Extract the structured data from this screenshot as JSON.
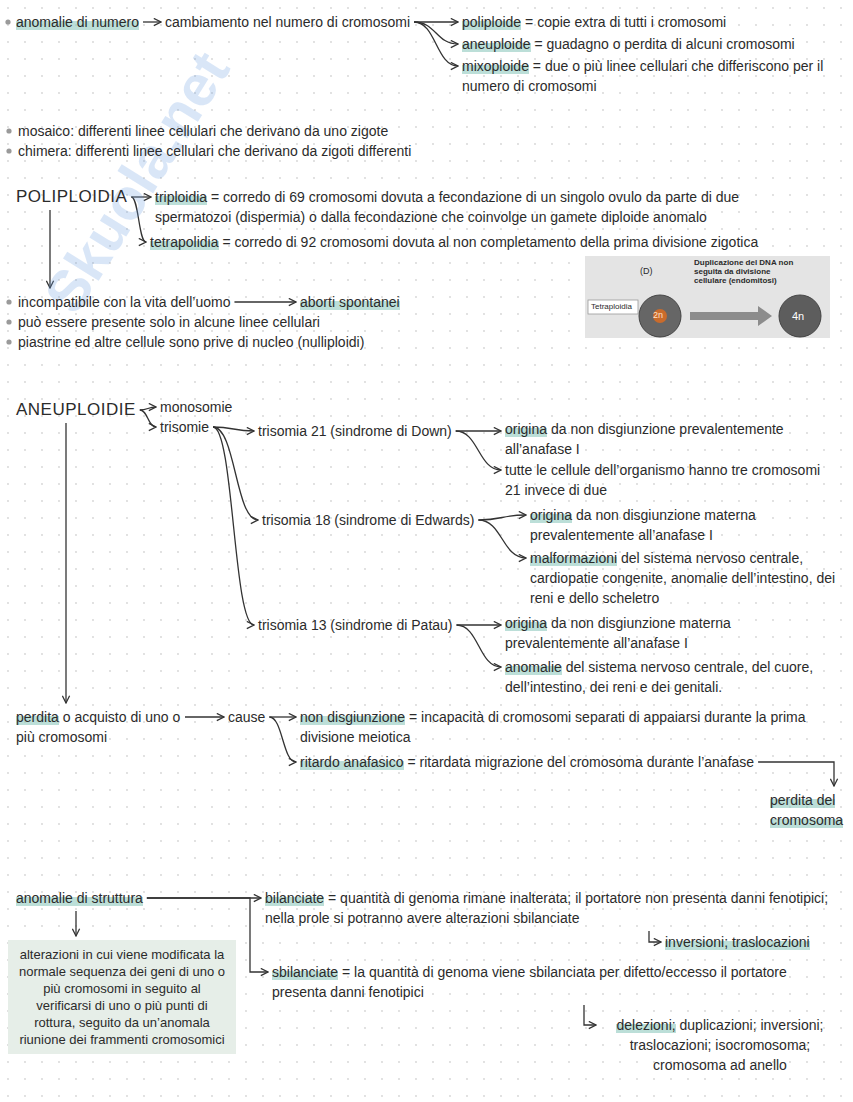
{
  "diagram": {
    "nodes": [
      {
        "text": [
          "anomalie di numero"
        ]
      },
      {
        "text": [
          "cambiamento nel numero di cromosomi"
        ]
      },
      {
        "text": [
          "poliploide = copie extra di tutti i cromosomi"
        ]
      },
      {
        "text": [
          "aneuploide = guadagno o perdita di alcuni cromosomi"
        ]
      },
      {
        "text": [
          "mixoploide = due o più linee cellulari che differiscono per il numero di cromosomi"
        ]
      },
      {
        "text": [
          "POLIPLOIDIA"
        ]
      },
      {
        "text": [
          "triploidia = corredo di 69 cromosomi dovuta a fecondazione di un singolo ovulo da parte di due spermatozoi (dispermia) o dalla fecondazione che coinvolge un gamete diploide anomalo"
        ]
      },
      {
        "text": [
          "tetrapolidia = corredo di 92 cromosomi dovuta al non completamento della prima divisione zigotica"
        ]
      },
      {
        "text": [
          "incompatibile con la vita dell’uomo"
        ]
      },
      {
        "text": [
          "aborti spontanei"
        ]
      },
      {
        "text": [
          "ANEUPLOIDIE"
        ]
      },
      {
        "text": [
          "monosomie"
        ]
      },
      {
        "text": [
          "trisomie"
        ]
      },
      {
        "text": [
          "trisomia 21 (sindrome di Down)"
        ]
      },
      {
        "text": [
          "origina da non disgiunzione prevalentemente all’anafase I"
        ]
      },
      {
        "text": [
          "tutte le cellule dell’organismo hanno tre cromosomi 21 invece di due"
        ]
      },
      {
        "text": [
          "trisomia 18 (sindrome di Edwards)"
        ]
      },
      {
        "text": [
          "origina da non disgiunzione materna prevalentemente all’anafase I"
        ]
      },
      {
        "text": [
          "malformazioni del sistema nervoso centrale, cardiopatie congenite, anomalie dell’intestino, dei reni e dello scheletro"
        ]
      },
      {
        "text": [
          "trisomia 13 (sindrome di Patau)"
        ]
      },
      {
        "text": [
          "origina da non disgiunzione materna prevalentemente all’anafase I"
        ]
      },
      {
        "text": [
          "anomalie del sistema nervoso centrale, del cuore, dell’intestino, dei reni e dei genitali."
        ]
      },
      {
        "text": [
          "perdita o acquisto di uno o più cromosomi"
        ]
      },
      {
        "text": [
          "cause"
        ]
      },
      {
        "text": [
          "non disgiunzione = incapacità di cromosomi separati di appaiarsi durante la prima divisione meiotica"
        ]
      },
      {
        "text": [
          "ritardo anafasico = ritardata migrazione del cromosoma durante l’anafase"
        ]
      },
      {
        "text": [
          "perdita del cromosoma"
        ]
      },
      {
        "text": [
          "anomalie di struttura"
        ]
      },
      {
        "text": [
          "bilanciate = quantità di genoma rimane inalterata; il portatore non presenta danni fenotipici; nella prole si potranno avere alterazioni sbilanciate"
        ]
      },
      {
        "text": [
          "inversioni; traslocazioni"
        ]
      },
      {
        "text": [
          "sbilanciate = la quantità di genoma viene sbilanciata per difetto/eccesso il portatore presenta danni fenotipici"
        ]
      },
      {
        "text": [
          "delezioni; duplicazioni; inversioni; traslocazioni; isocromosoma; cromosoma ad anello"
        ]
      },
      {
        "text": [
          "alterazioni in cui viene modificata la normale sequenza dei geni di uno o più cromosomi in seguito al verificarsi di uno o più punti di rottura, seguito da un’anomala riunione dei frammenti cromosomici"
        ]
      }
    ],
    "edges": [
      {
        "from": 0,
        "to": 1,
        "arrow": "to"
      },
      {
        "from": 1,
        "to": 2,
        "arrow": "to"
      },
      {
        "from": 1,
        "to": 3,
        "arrow": "to"
      },
      {
        "from": 1,
        "to": 4,
        "arrow": "to"
      },
      {
        "from": 5,
        "to": 6,
        "arrow": "to"
      },
      {
        "from": 5,
        "to": 7,
        "arrow": "to"
      },
      {
        "from": 5,
        "to": 8,
        "arrow": "to"
      },
      {
        "from": 8,
        "to": 9,
        "arrow": "to"
      },
      {
        "from": 10,
        "to": 11,
        "arrow": "to"
      },
      {
        "from": 10,
        "to": 12,
        "arrow": "to"
      },
      {
        "from": 12,
        "to": 13,
        "arrow": "to"
      },
      {
        "from": 12,
        "to": 16,
        "arrow": "to"
      },
      {
        "from": 12,
        "to": 19,
        "arrow": "to"
      },
      {
        "from": 13,
        "to": 14,
        "arrow": "to"
      },
      {
        "from": 13,
        "to": 15,
        "arrow": "to"
      },
      {
        "from": 16,
        "to": 17,
        "arrow": "to"
      },
      {
        "from": 16,
        "to": 18,
        "arrow": "to"
      },
      {
        "from": 19,
        "to": 20,
        "arrow": "to"
      },
      {
        "from": 19,
        "to": 21,
        "arrow": "to"
      },
      {
        "from": 10,
        "to": 22,
        "arrow": "to"
      },
      {
        "from": 22,
        "to": 23,
        "arrow": "to"
      },
      {
        "from": 23,
        "to": 24,
        "arrow": "to"
      },
      {
        "from": 23,
        "to": 25,
        "arrow": "to"
      },
      {
        "from": 25,
        "to": 26,
        "arrow": "to"
      },
      {
        "from": 27,
        "to": 28,
        "arrow": "to"
      },
      {
        "from": 27,
        "to": 30,
        "arrow": "to"
      },
      {
        "from": 28,
        "to": 29,
        "arrow": "to"
      },
      {
        "from": 30,
        "to": 31,
        "arrow": "to"
      },
      {
        "from": 27,
        "to": 32,
        "arrow": "to"
      }
    ],
    "labels": [
      "mosaico: differenti linee cellulari che derivano da uno zigote",
      "chimera: differenti linee cellulari che derivano da zigoti differenti",
      "può essere presente solo in alcune linee cellulari",
      "piastrine ed altre cellule sono prive di nucleo (nulliploidi)",
      "(D)",
      "Duplicazione del DNA non seguita da divisione cellulare (endomitosi)",
      "Tetraploidia",
      "2n",
      "4n",
      "Skuola.net"
    ]
  }
}
